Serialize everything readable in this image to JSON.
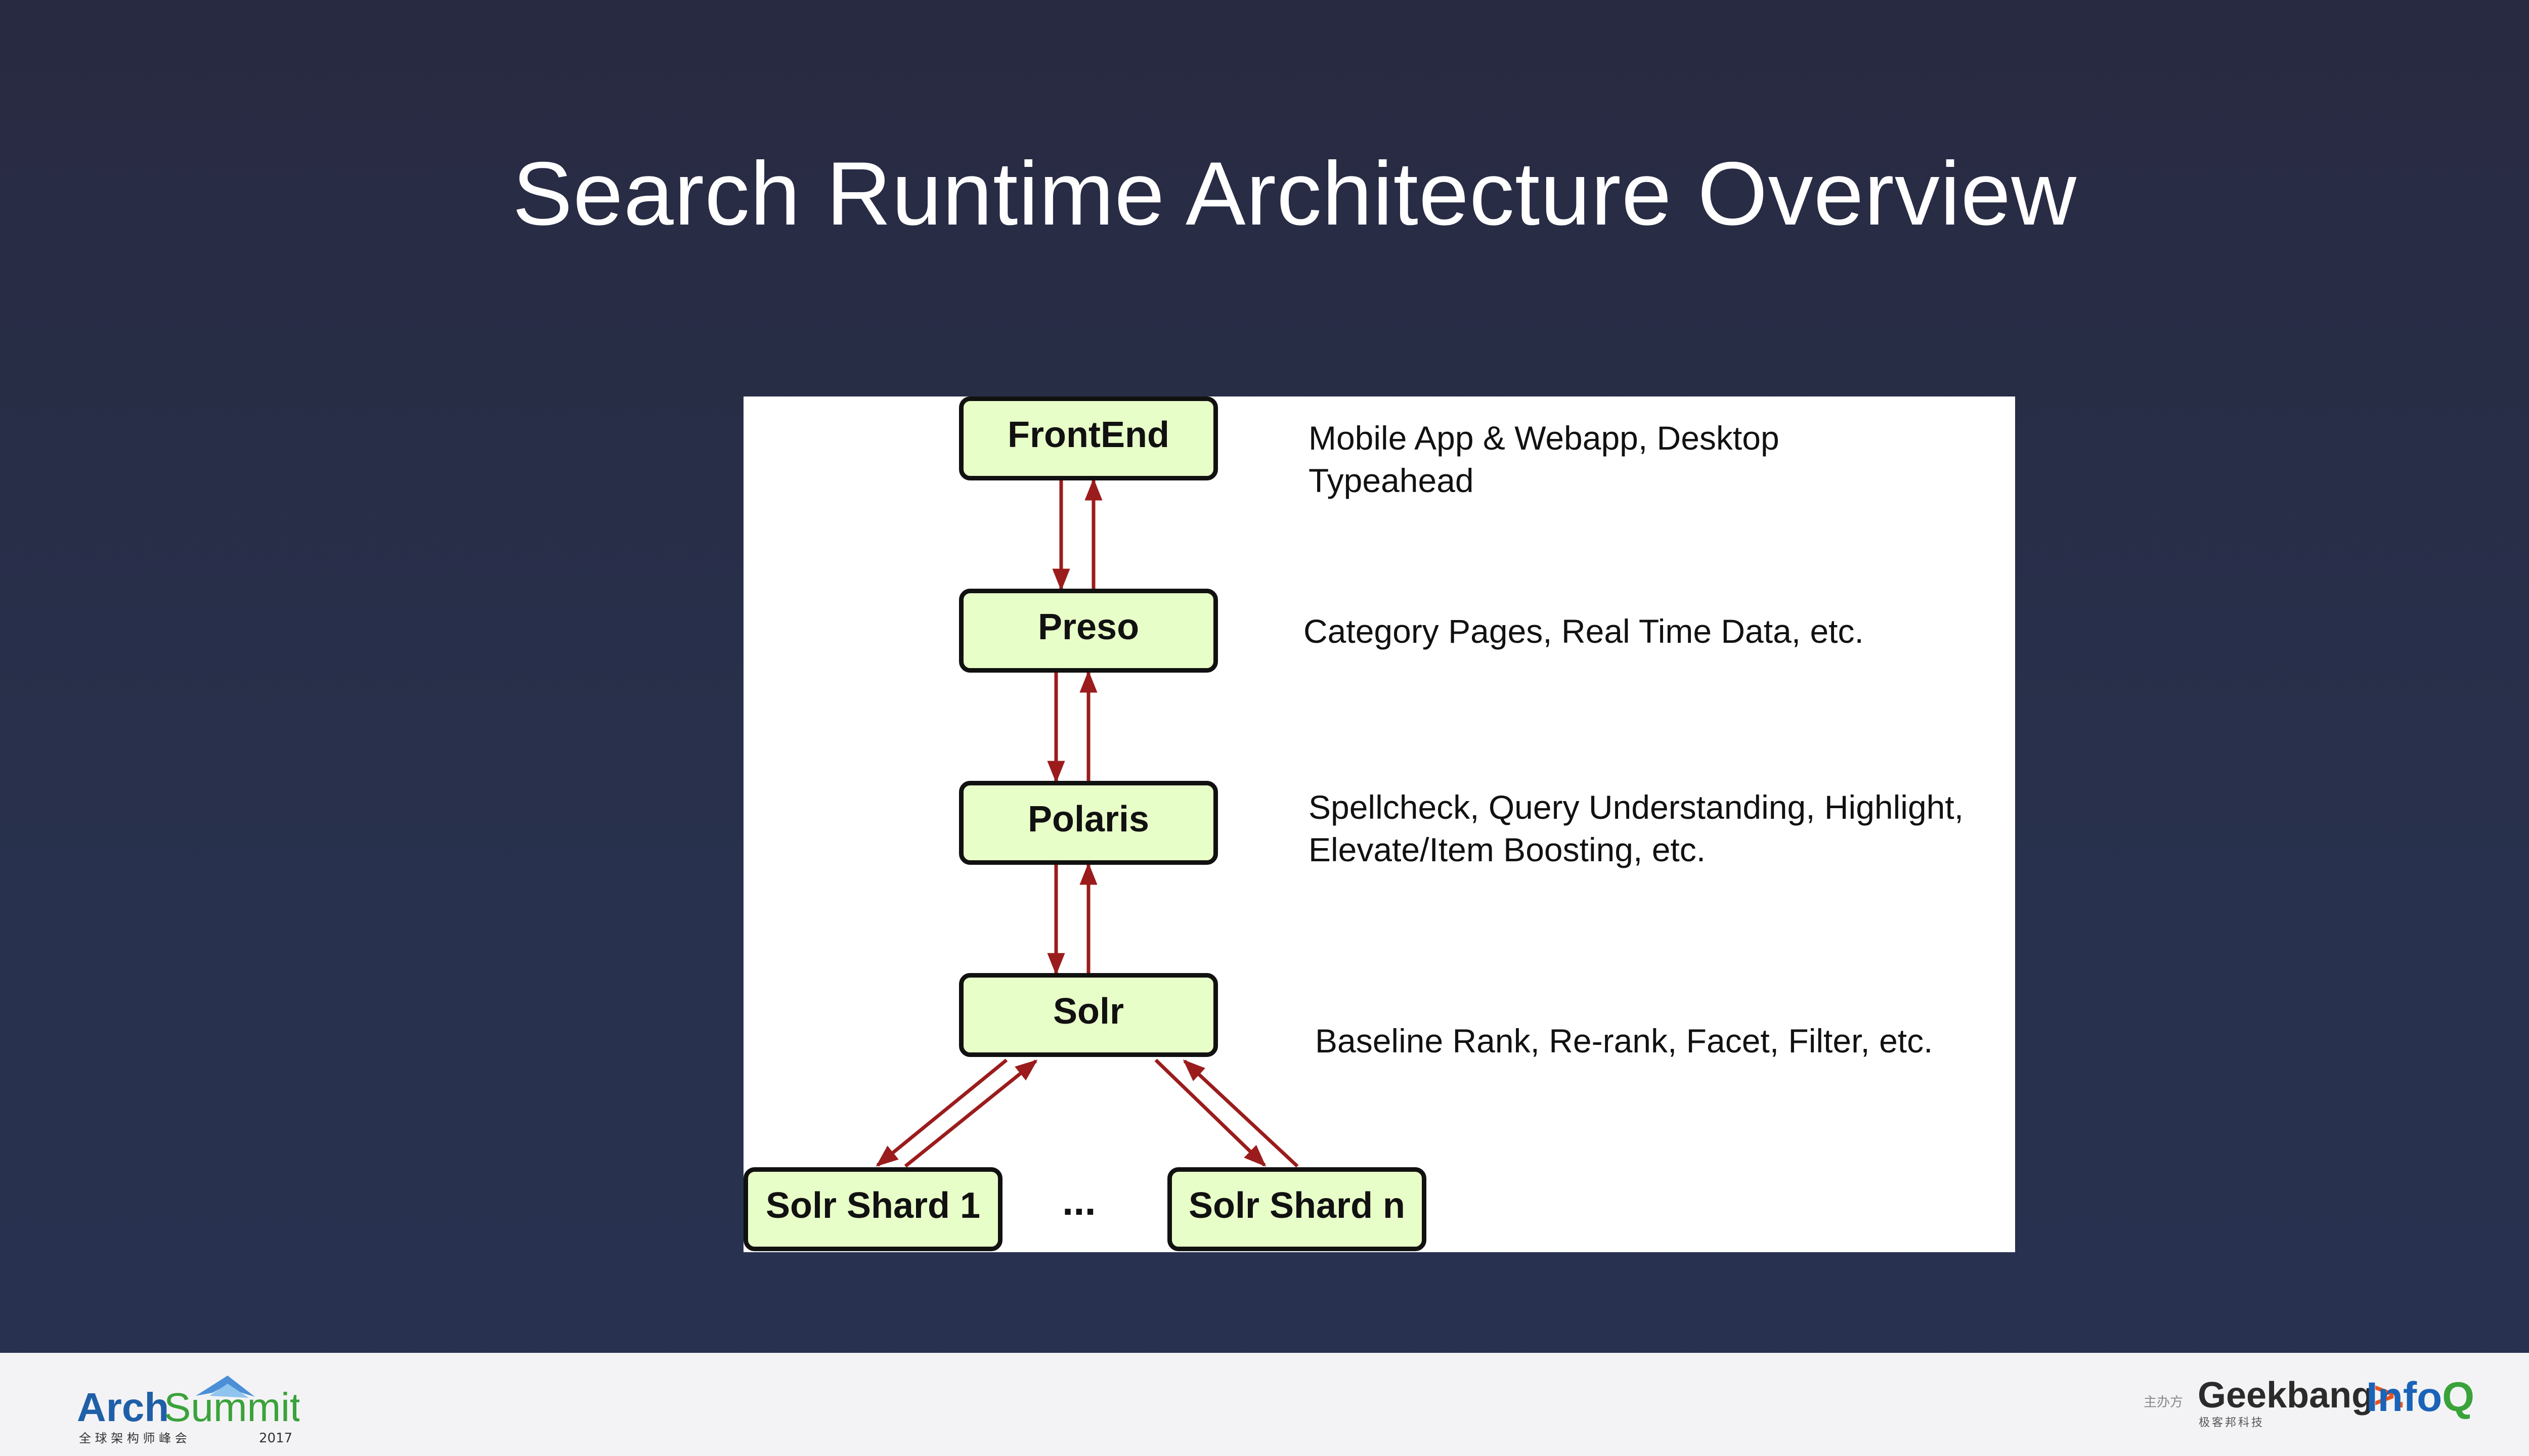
{
  "slide": {
    "title": "Search Runtime Architecture Overview"
  },
  "diagram": {
    "nodes": {
      "frontend": "FrontEnd",
      "preso": "Preso",
      "polaris": "Polaris",
      "solr": "Solr",
      "shard_1": "Solr Shard 1",
      "shard_n": "Solr Shard n"
    },
    "ellipsis": "...",
    "descriptions": {
      "frontend": [
        "Mobile App & Webapp, Desktop",
        "Typeahead"
      ],
      "preso": [
        "Category Pages, Real Time Data, etc."
      ],
      "polaris": [
        "Spellcheck, Query Understanding, Highlight,",
        "Elevate/Item Boosting, etc."
      ],
      "solr": [
        "Baseline Rank, Re-rank, Facet, Filter, etc."
      ]
    },
    "colors": {
      "node_fill": "#e8fec8",
      "node_border": "#111111",
      "arrow": "#9b1c1c",
      "panel": "#ffffff"
    }
  },
  "footer": {
    "logo_left": {
      "brand_a": "Arch",
      "brand_b": "Summit",
      "subtitle": "全 球 架 构 师 峰 会",
      "year": "2017"
    },
    "organizer_label": "主办方",
    "geekbang": {
      "text_a": "Gee",
      "text_k": "k",
      "text_b": "bang",
      "arrow": ">.",
      "sub": "极客邦科技"
    },
    "infoq": {
      "text_a": "Info",
      "text_q": "Q"
    },
    "colors": {
      "arch_blue": "#1f5fa8",
      "summit_green": "#3aa23a",
      "mountain": "#4b8fd6",
      "bar": "#f3f3f5"
    }
  }
}
